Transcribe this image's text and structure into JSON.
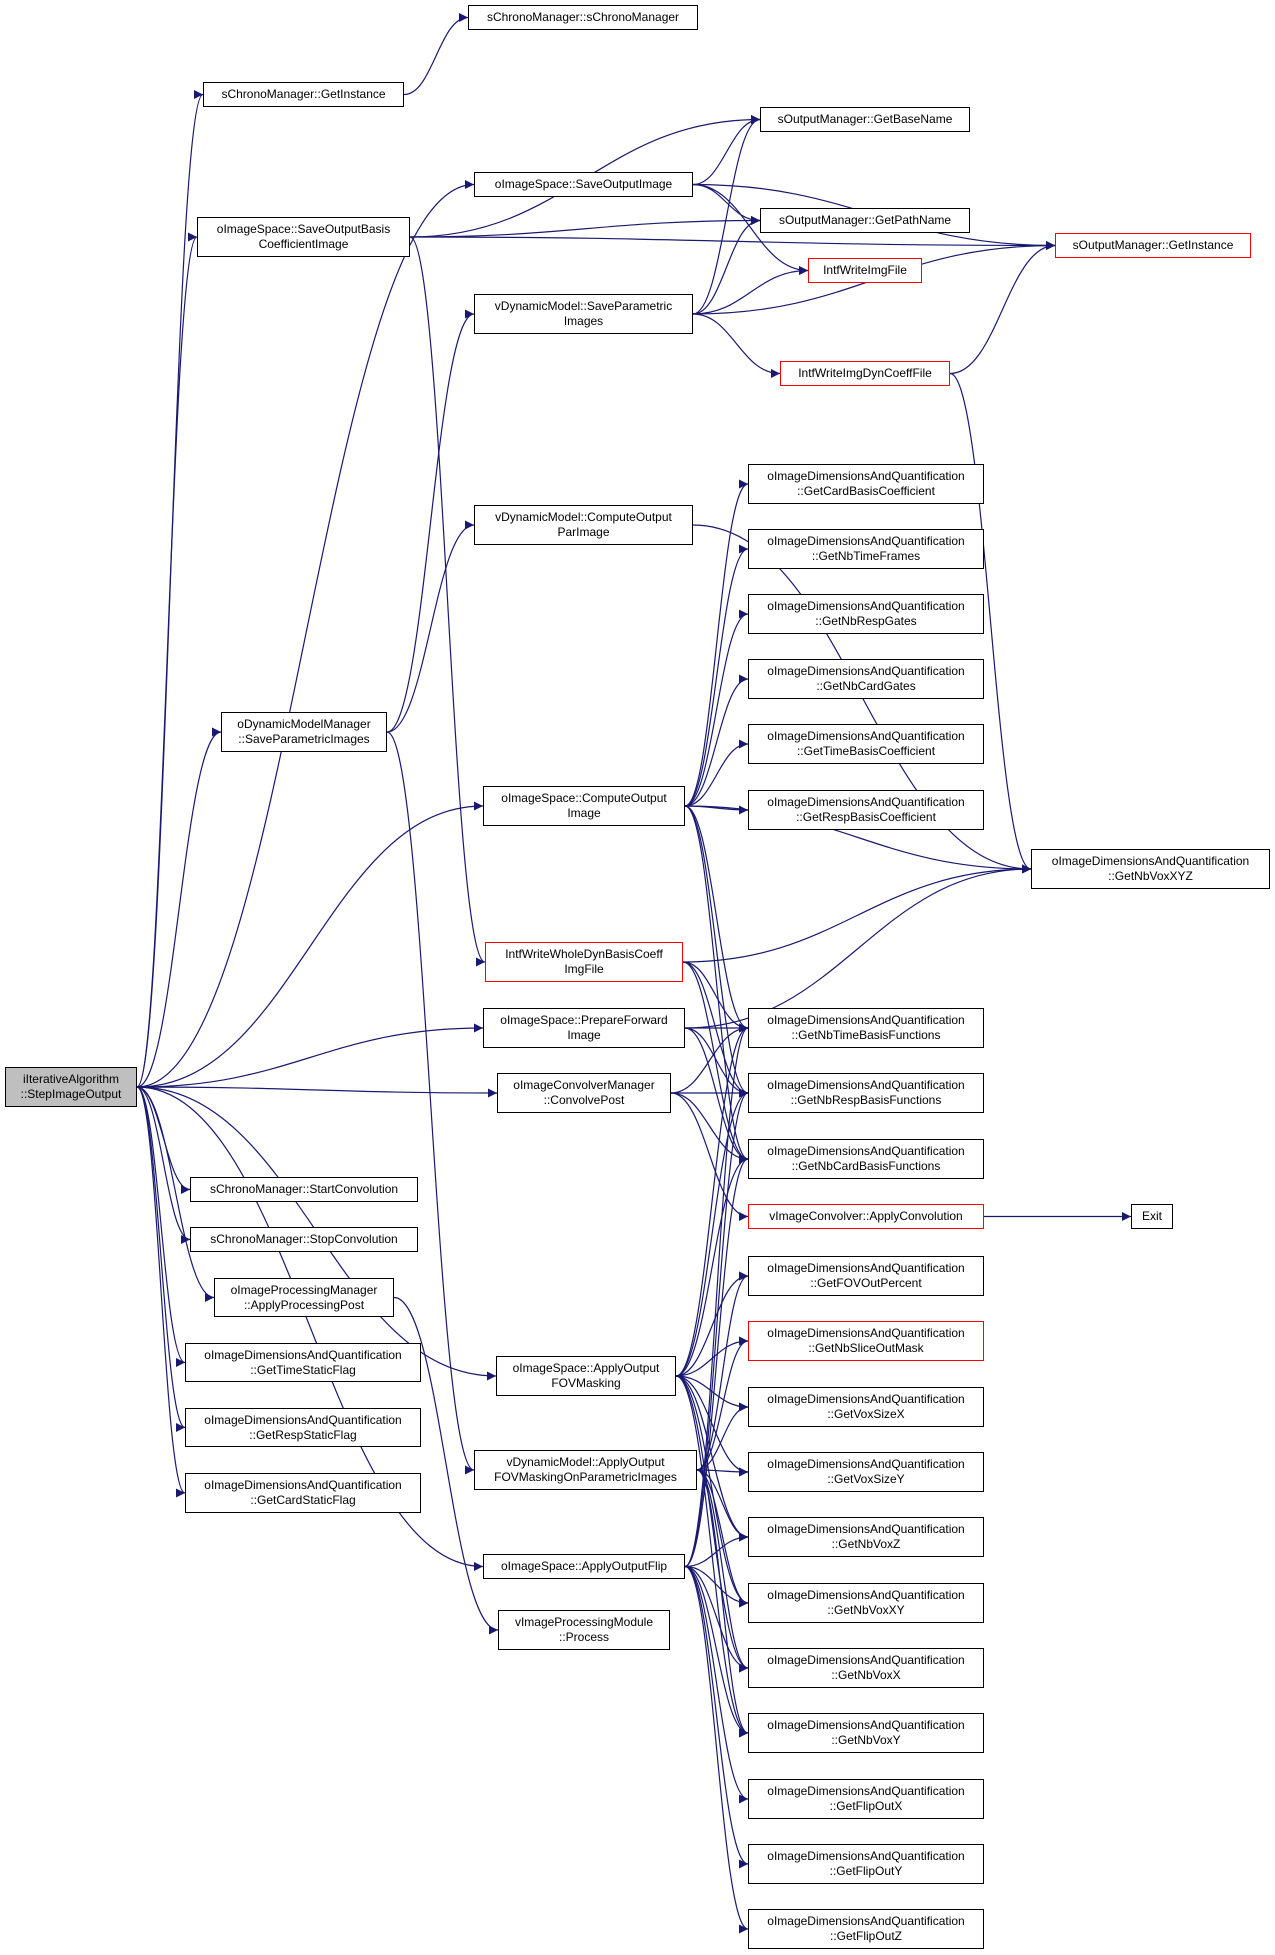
{
  "colors": {
    "edge": "#191970",
    "node_border": "#000000",
    "truncated_border": "#ff0000",
    "root_fill": "#bfbfbf"
  },
  "nodes": {
    "root": [
      "iIterativeAlgorithm",
      "::StepImageOutput"
    ],
    "chrono_ctor": [
      "sChronoManager::sChronoManager"
    ],
    "chrono_getinstance": [
      "sChronoManager::GetInstance"
    ],
    "chrono_start": [
      "sChronoManager::StartConvolution"
    ],
    "chrono_stop": [
      "sChronoManager::StopConvolution"
    ],
    "save_output_basis": [
      "oImageSpace::SaveOutputBasis",
      "CoefficientImage"
    ],
    "save_output_image": [
      "oImageSpace::SaveOutputImage"
    ],
    "out_basename": [
      "sOutputManager::GetBaseName"
    ],
    "out_pathname": [
      "sOutputManager::GetPathName"
    ],
    "out_getinstance": [
      "sOutputManager::GetInstance"
    ],
    "intf_write_img": [
      "IntfWriteImgFile"
    ],
    "vdm_save_param": [
      "vDynamicModel::SaveParametric",
      "Images"
    ],
    "intf_write_dyn_coeff": [
      "IntfWriteImgDynCoeffFile"
    ],
    "vdm_compute_par": [
      "vDynamicModel::ComputeOutput",
      "ParImage"
    ],
    "dmm_save_param": [
      "oDynamicModelManager",
      "::SaveParametricImages"
    ],
    "compute_output": [
      "oImageSpace::ComputeOutput",
      "Image"
    ],
    "intf_whole_dyn": [
      "IntfWriteWholeDynBasisCoeff",
      "ImgFile"
    ],
    "prepare_forward": [
      "oImageSpace::PrepareForward",
      "Image"
    ],
    "conv_post": [
      "oImageConvolverManager",
      "::ConvolvePost"
    ],
    "apply_conv": [
      "vImageConvolver::ApplyConvolution"
    ],
    "exit": [
      "Exit"
    ],
    "proc_post": [
      "oImageProcessingManager",
      "::ApplyProcessingPost"
    ],
    "time_static": [
      "oImageDimensionsAndQuantification",
      "::GetTimeStaticFlag"
    ],
    "resp_static": [
      "oImageDimensionsAndQuantification",
      "::GetRespStaticFlag"
    ],
    "card_static": [
      "oImageDimensionsAndQuantification",
      "::GetCardStaticFlag"
    ],
    "fov_mask": [
      "oImageSpace::ApplyOutput",
      "FOVMasking"
    ],
    "fov_mask_param": [
      "vDynamicModel::ApplyOutput",
      "FOVMaskingOnParametricImages"
    ],
    "apply_flip": [
      "oImageSpace::ApplyOutputFlip"
    ],
    "proc_module": [
      "vImageProcessingModule",
      "::Process"
    ],
    "card_basis_coeff": [
      "oImageDimensionsAndQuantification",
      "::GetCardBasisCoefficient"
    ],
    "nb_time_frames": [
      "oImageDimensionsAndQuantification",
      "::GetNbTimeFrames"
    ],
    "nb_resp_gates": [
      "oImageDimensionsAndQuantification",
      "::GetNbRespGates"
    ],
    "nb_card_gates": [
      "oImageDimensionsAndQuantification",
      "::GetNbCardGates"
    ],
    "time_basis_coeff": [
      "oImageDimensionsAndQuantification",
      "::GetTimeBasisCoefficient"
    ],
    "resp_basis_coeff": [
      "oImageDimensionsAndQuantification",
      "::GetRespBasisCoefficient"
    ],
    "nb_vox_xyz": [
      "oImageDimensionsAndQuantification",
      "::GetNbVoxXYZ"
    ],
    "nb_time_basis_fn": [
      "oImageDimensionsAndQuantification",
      "::GetNbTimeBasisFunctions"
    ],
    "nb_resp_basis_fn": [
      "oImageDimensionsAndQuantification",
      "::GetNbRespBasisFunctions"
    ],
    "nb_card_basis_fn": [
      "oImageDimensionsAndQuantification",
      "::GetNbCardBasisFunctions"
    ],
    "fov_out_percent": [
      "oImageDimensionsAndQuantification",
      "::GetFOVOutPercent"
    ],
    "nb_slice_out_mask": [
      "oImageDimensionsAndQuantification",
      "::GetNbSliceOutMask"
    ],
    "vox_size_x": [
      "oImageDimensionsAndQuantification",
      "::GetVoxSizeX"
    ],
    "vox_size_y": [
      "oImageDimensionsAndQuantification",
      "::GetVoxSizeY"
    ],
    "nb_vox_z": [
      "oImageDimensionsAndQuantification",
      "::GetNbVoxZ"
    ],
    "nb_vox_xy": [
      "oImageDimensionsAndQuantification",
      "::GetNbVoxXY"
    ],
    "nb_vox_x": [
      "oImageDimensionsAndQuantification",
      "::GetNbVoxX"
    ],
    "nb_vox_y": [
      "oImageDimensionsAndQuantification",
      "::GetNbVoxY"
    ],
    "flip_out_x": [
      "oImageDimensionsAndQuantification",
      "::GetFlipOutX"
    ],
    "flip_out_y": [
      "oImageDimensionsAndQuantification",
      "::GetFlipOutY"
    ],
    "flip_out_z": [
      "oImageDimensionsAndQuantification",
      "::GetFlipOutZ"
    ]
  }
}
